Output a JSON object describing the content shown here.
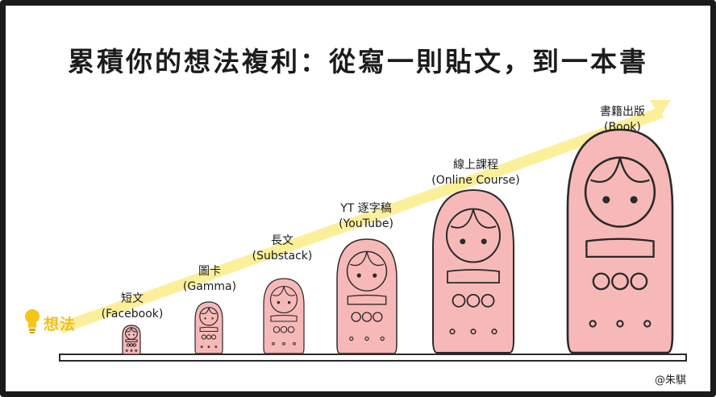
{
  "title": "累積你的想法複利：從寫一則貼文，到一本書",
  "idea": {
    "label": "想法",
    "icon": "lightbulb-icon",
    "color": "#f5c518"
  },
  "stages": [
    {
      "name": "短文",
      "sub": "(Facebook)"
    },
    {
      "name": "圖卡",
      "sub": "(Gamma)"
    },
    {
      "name": "長文",
      "sub": "(Substack)"
    },
    {
      "name": "YT 逐字稿",
      "sub": "(YouTube)"
    },
    {
      "name": "線上課程",
      "sub": "(Online Course)"
    },
    {
      "name": "書籍出版",
      "sub": "(Book)"
    }
  ],
  "credit": "@朱騏",
  "colors": {
    "doll_fill": "#f7b9b8",
    "outline": "#2a2a2a",
    "arrow": "#fbef9a"
  }
}
